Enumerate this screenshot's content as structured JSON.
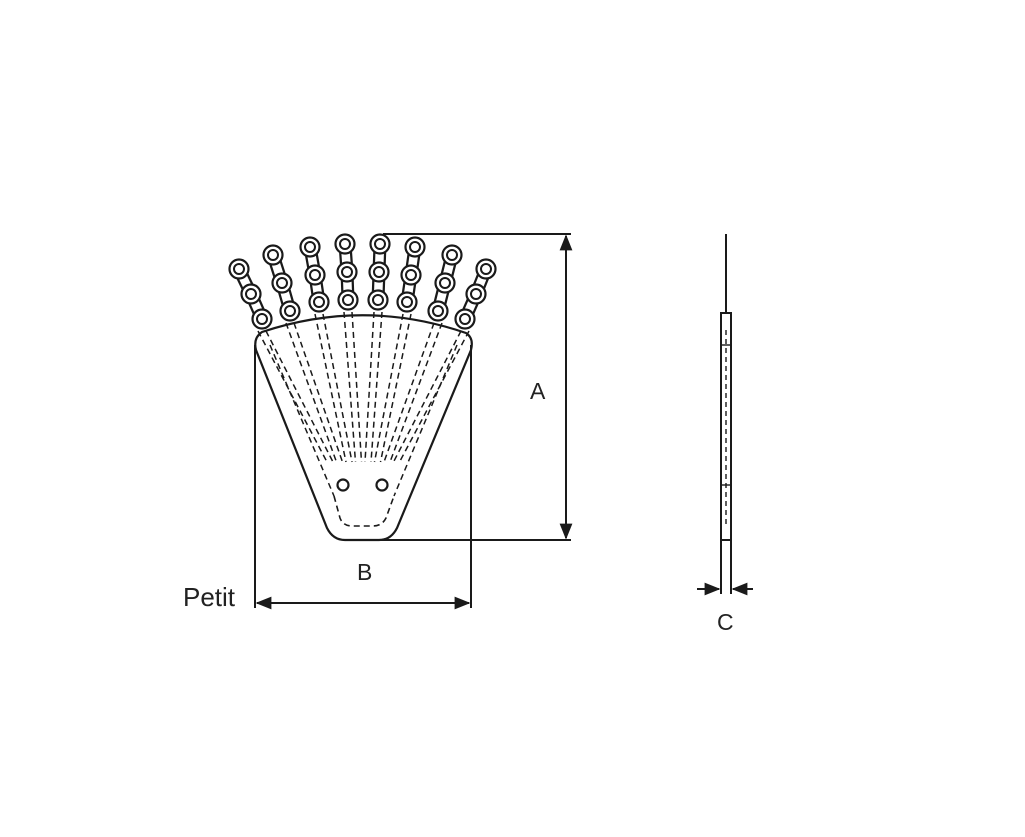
{
  "diagram": {
    "size_label": "Petit",
    "dimension_labels": {
      "height": "A",
      "width": "B",
      "thickness": "C"
    },
    "colors": {
      "stroke": "#1a1a1a",
      "background": "#ffffff",
      "dimension_line": "#1a1a1a"
    },
    "fingers": 8
  }
}
